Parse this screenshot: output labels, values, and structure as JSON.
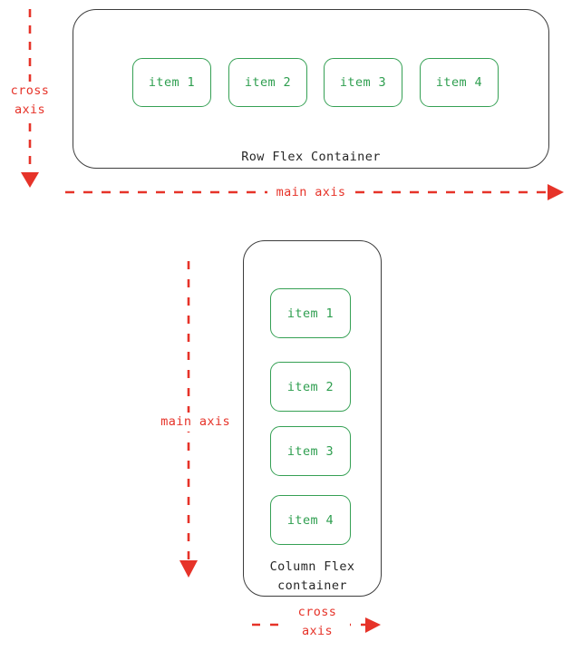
{
  "diagram": {
    "title": "CSS Flexbox axes diagram",
    "colors": {
      "axis_red": "#e63329",
      "item_green": "#2e9e4f",
      "container_stroke": "#3d3d3d",
      "background": "#ffffff"
    },
    "row_section": {
      "container_label": "Row Flex Container",
      "items": [
        {
          "label": "item 1"
        },
        {
          "label": "item 2"
        },
        {
          "label": "item 3"
        },
        {
          "label": "item 4"
        }
      ],
      "cross_axis_label": "cross\naxis",
      "cross_axis_direction": "down",
      "main_axis_label": "main axis",
      "main_axis_direction": "right"
    },
    "column_section": {
      "container_label": "Column Flex\ncontainer",
      "items": [
        {
          "label": "item 1"
        },
        {
          "label": "item 2"
        },
        {
          "label": "item 3"
        },
        {
          "label": "item 4"
        }
      ],
      "main_axis_label": "main axis",
      "main_axis_direction": "down",
      "cross_axis_label_line1": "cross",
      "cross_axis_label_line2": "axis",
      "cross_axis_direction": "right"
    }
  }
}
